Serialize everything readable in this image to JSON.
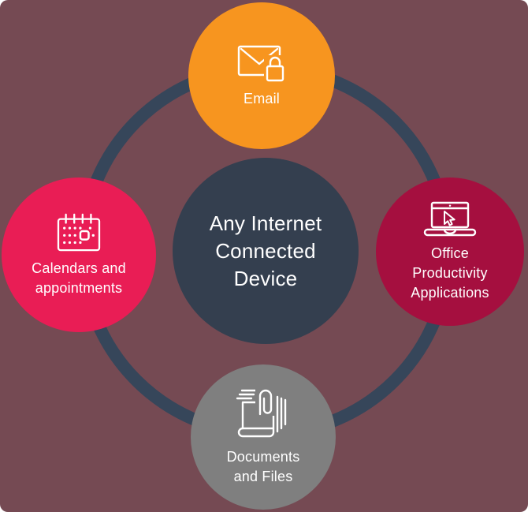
{
  "diagram": {
    "center_node": {
      "lines": [
        "Any Internet",
        "Connected",
        "Device"
      ],
      "color": "#343f4f"
    },
    "nodes": [
      {
        "id": "email",
        "label_lines": [
          "Email"
        ],
        "icon": "email-lock-icon",
        "color": "#f7951f"
      },
      {
        "id": "calendars",
        "label_lines": [
          "Calendars and",
          "appointments"
        ],
        "icon": "calendar-icon",
        "color": "#e91d55"
      },
      {
        "id": "office",
        "label_lines": [
          "Office",
          "Productivity",
          "Applications"
        ],
        "icon": "laptop-cursor-icon",
        "color": "#a50f3f"
      },
      {
        "id": "documents",
        "label_lines": [
          "Documents",
          "and Files"
        ],
        "icon": "documents-paperclip-icon",
        "color": "#7f7f7f"
      }
    ],
    "ring_color": "#36465a",
    "background_color": "#754a53",
    "text_color": "#ffffff"
  }
}
